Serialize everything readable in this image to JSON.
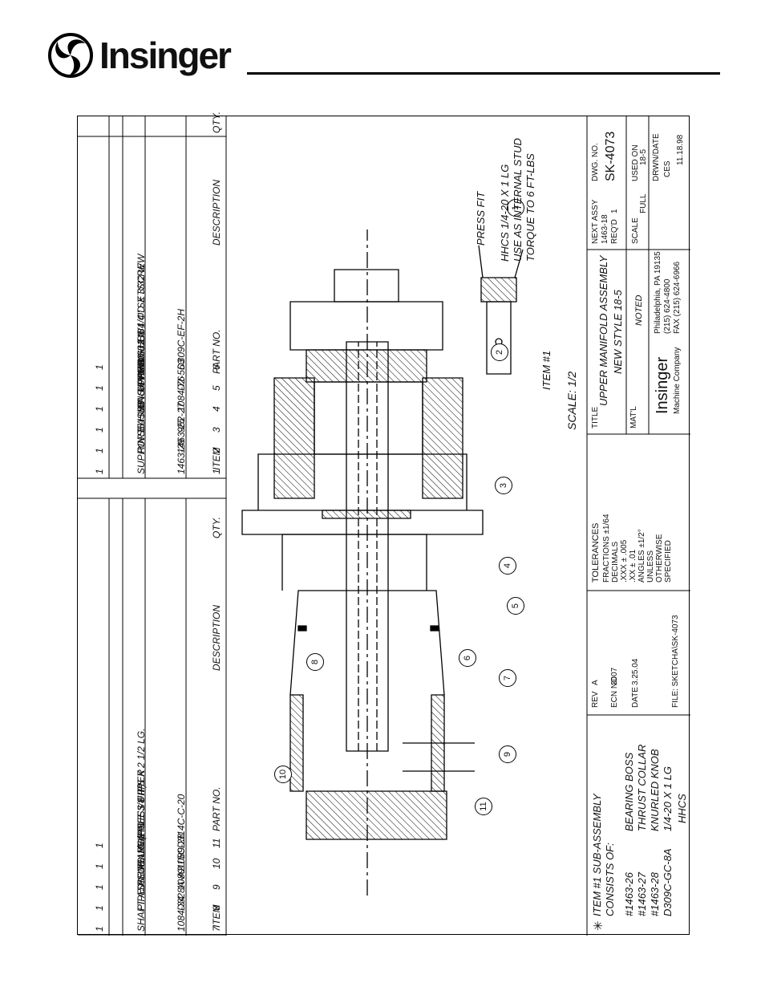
{
  "brand": {
    "name": "Insinger"
  },
  "parts_list": {
    "headers": {
      "item": "ITEM",
      "part_no": "PART NO.",
      "description": "DESCRIPTION",
      "qty": "QTY."
    },
    "rows_left": [
      {
        "item": "7",
        "part_no": "1084-34",
        "description": "SHAFT ASSEMBLY",
        "qty": "1"
      },
      {
        "item": "8",
        "part_no": "D328A-A2",
        "description": "PIPE PLUG, 1/8 IPS",
        "qty": "1"
      },
      {
        "item": "9",
        "part_no": "1089-15C",
        "description": "DISCHARGE TEE - UPPER",
        "qty": "1"
      },
      {
        "item": "10",
        "part_no": "1089-28",
        "description": "PLUG (PRESS FIT)",
        "qty": "1"
      },
      {
        "item": "11",
        "part_no": "D314C-C-20",
        "description": "NIPPLE 3/8 IPS X 2 1/2 LG.",
        "qty": "1"
      }
    ],
    "rows_right": [
      {
        "item": "1",
        "part_no": "1463-29",
        "description": "SUPPORT ASSY - UPPER HUB",
        "qty": "1",
        "star": "✳"
      },
      {
        "item": "2",
        "part_no": "1463-25",
        "description": "RINSE HUB - UPPER",
        "qty": "1"
      },
      {
        "item": "3",
        "part_no": "952-27",
        "description": "BUSHING - WASH HUB",
        "qty": "1"
      },
      {
        "item": "4",
        "part_no": "1084-76",
        "description": "WASH HUB",
        "qty": "1"
      },
      {
        "item": "5",
        "part_no": "D2-563",
        "description": "\"O\" RING, 1 3/4 OD X 3/32 W",
        "qty": "1"
      },
      {
        "item": "6",
        "part_no": "D309C-EF-2H",
        "description": "#10-32 X 1/4\" SETSCREW",
        "qty": "1"
      }
    ]
  },
  "callouts": [
    "1",
    "2",
    "3",
    "4",
    "5",
    "6",
    "7",
    "8",
    "9",
    "10",
    "11"
  ],
  "notes": {
    "press_fit": "PRESS FIT",
    "hhcs_1": "HHCS 1/4-20 X 1 LG",
    "hhcs_2": "USE AS INTERNAL STUD",
    "hhcs_3": "TORQUE TO 6 FT-LBS",
    "item1_label": "ITEM #1",
    "scale_note": "SCALE: 1/2",
    "sub_star": "✳",
    "sub_title_1": "ITEM #1 SUB-ASSEMBLY",
    "sub_title_2": "CONSISTS OF:",
    "sub_items": [
      {
        "no": "#1463-26",
        "desc": "BEARING BOSS"
      },
      {
        "no": "#1463-27",
        "desc": "THRUST COLLAR"
      },
      {
        "no": "#1463-28",
        "desc": "KNURLED KNOB"
      },
      {
        "no": "D309C-GC-8A",
        "desc": "1/4-20 X 1 LG"
      }
    ],
    "sub_last": "HHCS"
  },
  "title_block": {
    "rev_h": "REV",
    "ecn_h": "ECN NO",
    "date_h": "DATE",
    "rev": "A",
    "ecn": "2007",
    "date": "3.25.04",
    "file": "FILE: SKETCHA\\SK-4073",
    "tol_h": "TOLERANCES",
    "tol_1": "FRACTIONS ±1/64",
    "tol_2": "DECIMALS",
    "tol_3": ".XXX ± .005",
    "tol_4": ".XX ± .01",
    "tol_5": "ANGLES ±1/2°",
    "tol_6": "UNLESS",
    "tol_7": "OTHERWISE",
    "tol_8": "SPECIFIED",
    "title_h": "TITLE",
    "title_1": "UPPER MANIFOLD ASSEMBLY",
    "title_2": "NEW STYLE 18-5",
    "matl_h": "MAT'L",
    "matl": "NOTED",
    "company": "Insinger",
    "company_sub": "Machine Company",
    "addr_1": "Philadelphia, PA 19135",
    "addr_2": "(215) 624-4800",
    "addr_3": "FAX (215) 624-6966",
    "next_assy_h": "NEXT ASSY",
    "next_assy": "1463-18",
    "reqd_h": "REQ'D",
    "reqd": "1",
    "scale_h": "SCALE",
    "scale": "FULL",
    "dwg_h": "DWG. NO.",
    "dwg": "SK-4073",
    "used_on_h": "USED ON",
    "used_on": "18-5",
    "drawn_h": "DRWN/DATE",
    "drawn_by": "CES",
    "drawn_date": "11.18.98"
  }
}
